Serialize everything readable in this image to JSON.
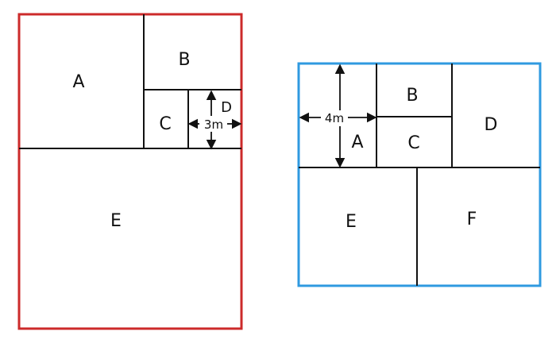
{
  "colors": {
    "left_border": "#cc2a2a",
    "right_border": "#2f9ae0",
    "ink": "#111111"
  },
  "left_diagram": {
    "labels": {
      "A": "A",
      "B": "B",
      "C": "C",
      "D": "D",
      "E": "E"
    },
    "dimension": "3m"
  },
  "right_diagram": {
    "labels": {
      "A": "A",
      "B": "B",
      "C": "C",
      "D": "D",
      "E": "E",
      "F": "F"
    },
    "dimension": "4m"
  }
}
